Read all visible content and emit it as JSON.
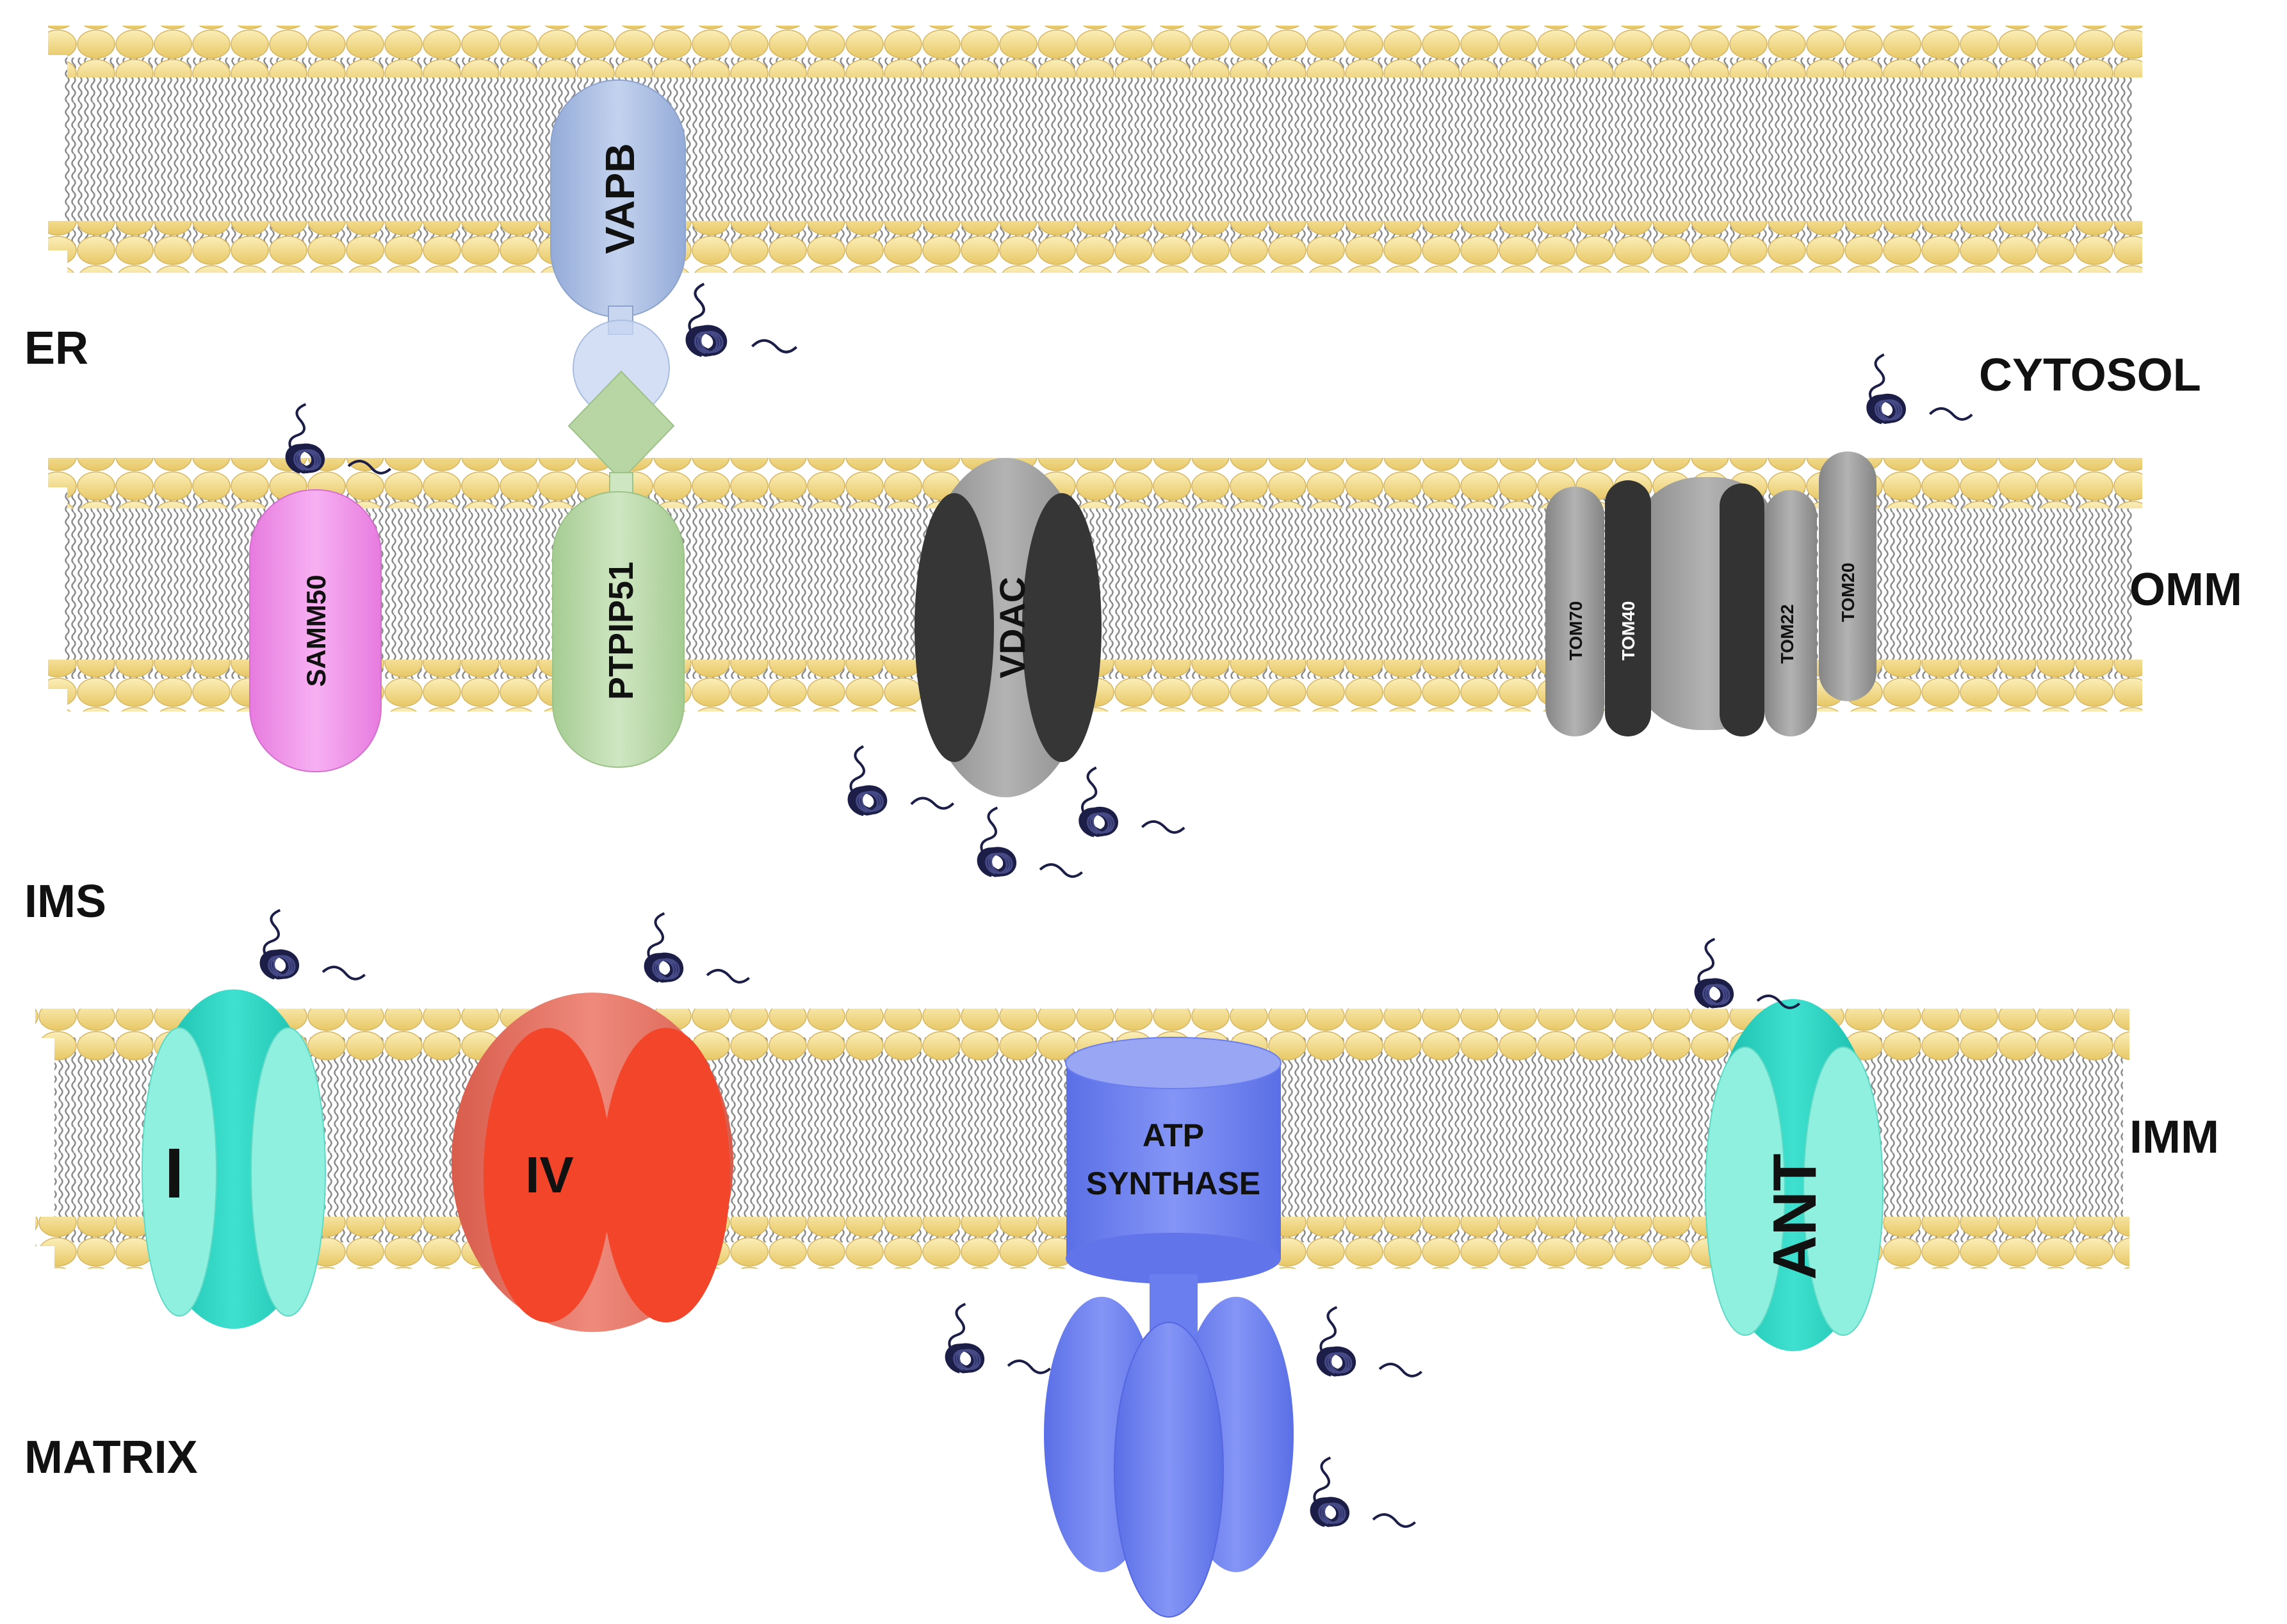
{
  "regions": {
    "er": "ER",
    "cytosol": "CYTOSOL",
    "omm": "OMM",
    "ims": "IMS",
    "imm": "IMM",
    "matrix": "MATRIX"
  },
  "proteins": {
    "vapb": "VAPB",
    "samm50": "SAMM50",
    "ptpip51": "PTPIP51",
    "vdac": "VDAC",
    "tom70": "TOM70",
    "tom40": "TOM40",
    "tom22": "TOM22",
    "tom20": "TOM20",
    "complex1": "I",
    "complex4": "IV",
    "atp_synthase_line1": "ATP",
    "atp_synthase_line2": "SYNTHASE",
    "ant": "ANT"
  },
  "colors": {
    "lipid_head": "#f2d98c",
    "lipid_head_stroke": "#d8b85a",
    "lipid_tail": "#8a8a8a",
    "vapb": "#a9bde0",
    "samm50": "#ee8fe6",
    "ptpip51": "#b8d8a6",
    "vdac_core": "#9a9a9a",
    "vdac_side": "#3a3a3a",
    "tom_gray": "#9c9c9c",
    "tom_dark": "#333333",
    "complex1": "#1fcfbd",
    "complex1_side": "#8ff0df",
    "complex4": "#e36a5a",
    "complex4_side": "#f2452a",
    "atp_synthase": "#6a7ef0",
    "ant": "#1fcfbd",
    "ant_side": "#8ff0df",
    "helix": "#1c1e48"
  },
  "icons": [
    "alpha-helix-peptide-icon"
  ]
}
